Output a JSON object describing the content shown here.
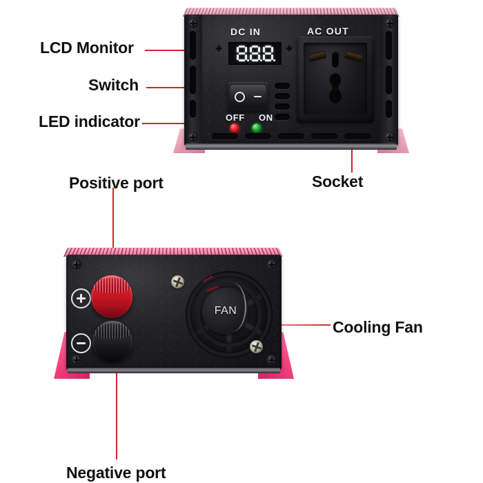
{
  "page": {
    "background_color": "#ffffff",
    "leader_line_color": "#d4232c",
    "label_text_color": "#101010"
  },
  "callouts": [
    {
      "id": "lcd-monitor",
      "label": "LCD Monitor",
      "points_to": "seven-segment-display"
    },
    {
      "id": "switch",
      "label": "Switch",
      "points_to": "rocker-power-switch"
    },
    {
      "id": "led-indicator",
      "label": "LED indicator",
      "points_to": "red-led"
    },
    {
      "id": "socket",
      "label": "Socket",
      "points_to": "ac-universal-socket"
    },
    {
      "id": "positive-port",
      "label": "Positive port",
      "points_to": "positive-terminal"
    },
    {
      "id": "cooling-fan",
      "label": "Cooling Fan",
      "points_to": "fan-grille"
    },
    {
      "id": "negative-port",
      "label": "Negative port",
      "points_to": "negative-terminal"
    }
  ],
  "top_unit": {
    "name": "inverter-front-panel",
    "captions": {
      "dc_in": "DC IN",
      "ac_out": "AC OUT"
    },
    "display": {
      "type": "three-digit-seven-segment",
      "digits": [
        "8",
        "8",
        "8"
      ],
      "decimal_points": true,
      "segment_color": "#eceff3",
      "background_color": "#0b0b0d"
    },
    "switch": {
      "off_label": "OFF",
      "on_label": "ON",
      "off_symbol": "circle",
      "on_symbol": "line"
    },
    "leds": [
      {
        "name": "off-led",
        "color": "#e0202a",
        "state": "red"
      },
      {
        "name": "power-led",
        "color": "#1fa832",
        "state": "green"
      }
    ],
    "socket": {
      "type": "universal-ac-outlet",
      "openings": [
        "angled-left",
        "angled-right",
        "center-vertical",
        "figure-eight"
      ]
    },
    "chassis": {
      "body_color": "#1b1b1f",
      "heatsink_color": "#e59bb2",
      "foot_color": "#e59bb2"
    }
  },
  "bottom_unit": {
    "name": "inverter-rear-panel",
    "terminals": [
      {
        "name": "positive-terminal",
        "polarity": "+",
        "color": "#e01b2c"
      },
      {
        "name": "negative-terminal",
        "polarity": "−",
        "color": "#2a2a2f"
      }
    ],
    "fan": {
      "label": "FAN",
      "grille_rings": 3,
      "spokes": 6
    },
    "chassis": {
      "body_color": "#1b1b1f",
      "heatsink_color": "#f2417c",
      "foot_color": "#f2417c"
    }
  }
}
